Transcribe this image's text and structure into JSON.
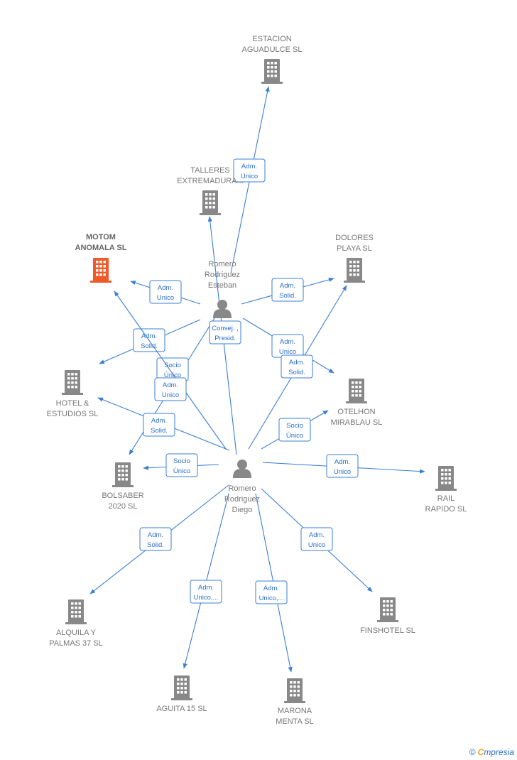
{
  "colors": {
    "edge": "#3a7fd5",
    "company": "#888888",
    "highlight": "#f05a28",
    "person": "#888888"
  },
  "companies": [
    {
      "id": "estacion",
      "lines": [
        "ESTACION",
        "AGUADULCE SL"
      ],
      "highlight": false
    },
    {
      "id": "talleres",
      "lines": [
        "TALLERES",
        "EXTREMADURA..."
      ],
      "highlight": false
    },
    {
      "id": "motom",
      "lines": [
        "MOTOM",
        "ANOMALA  SL"
      ],
      "highlight": true
    },
    {
      "id": "dolores",
      "lines": [
        "DOLORES",
        "PLAYA  SL"
      ],
      "highlight": false
    },
    {
      "id": "hotel",
      "lines": [
        "HOTEL &",
        "ESTUDIOS  SL"
      ],
      "highlight": false
    },
    {
      "id": "otelhon",
      "lines": [
        "OTELHON",
        "MIRABLAU  SL"
      ],
      "highlight": false
    },
    {
      "id": "bolsaber",
      "lines": [
        "BOLSABER",
        "2020  SL"
      ],
      "highlight": false
    },
    {
      "id": "rail",
      "lines": [
        "RAIL",
        "RAPIDO SL"
      ],
      "highlight": false
    },
    {
      "id": "alquila",
      "lines": [
        "ALQUILA Y",
        "PALMAS 37  SL"
      ],
      "highlight": false
    },
    {
      "id": "finshotel",
      "lines": [
        "FINSHOTEL SL"
      ],
      "highlight": false
    },
    {
      "id": "aguita",
      "lines": [
        "AGUITA 15  SL"
      ],
      "highlight": false
    },
    {
      "id": "marona",
      "lines": [
        "MARONA",
        "MENTA SL"
      ],
      "highlight": false
    }
  ],
  "persons": [
    {
      "id": "esteban",
      "lines": [
        "Romero",
        "Rodriguez",
        "Esteban"
      ]
    },
    {
      "id": "diego",
      "lines": [
        "Romero",
        "Rodriguez",
        "Diego"
      ]
    }
  ],
  "edges": [
    {
      "from": "esteban",
      "to": "estacion",
      "label": [
        "Adm.",
        "Unico"
      ]
    },
    {
      "from": "esteban",
      "to": "motom",
      "label": [
        "Adm.",
        "Unico"
      ]
    },
    {
      "from": "esteban",
      "to": "dolores",
      "label": [
        "Adm.",
        "Solid."
      ]
    },
    {
      "from": "esteban",
      "to": "hotel",
      "label": [
        "Adm.",
        "Solid."
      ]
    },
    {
      "from": "esteban",
      "to": "otelhon",
      "label": [
        "Adm.",
        "Unico"
      ]
    },
    {
      "from": "esteban",
      "to": "bolsaber",
      "label": [
        "Socio",
        "Único"
      ]
    },
    {
      "from": "diego",
      "to": "talleres",
      "label": [
        "Consej. ,",
        "Presid."
      ]
    },
    {
      "from": "diego",
      "to": "motom",
      "label": [
        "Adm.",
        "Unico"
      ]
    },
    {
      "from": "diego",
      "to": "dolores",
      "label": [
        "Adm.",
        "Solid."
      ]
    },
    {
      "from": "diego",
      "to": "hotel",
      "label": [
        "Adm.",
        "Solid."
      ]
    },
    {
      "from": "diego",
      "to": "otelhon",
      "label": [
        "Socio",
        "Único"
      ]
    },
    {
      "from": "diego",
      "to": "bolsaber",
      "label": [
        "Socio",
        "Único"
      ]
    },
    {
      "from": "diego",
      "to": "rail",
      "label": [
        "Adm.",
        "Unico"
      ]
    },
    {
      "from": "diego",
      "to": "alquila",
      "label": [
        "Adm.",
        "Solid."
      ]
    },
    {
      "from": "diego",
      "to": "finshotel",
      "label": [
        "Adm.",
        "Unico"
      ]
    },
    {
      "from": "diego",
      "to": "aguita",
      "label": [
        "Adm.",
        "Unico,..."
      ]
    },
    {
      "from": "diego",
      "to": "marona",
      "label": [
        "Adm.",
        "Unico,..."
      ]
    }
  ],
  "brand": {
    "symbol": "©",
    "first_letter": "C",
    "rest": "mpresia"
  }
}
